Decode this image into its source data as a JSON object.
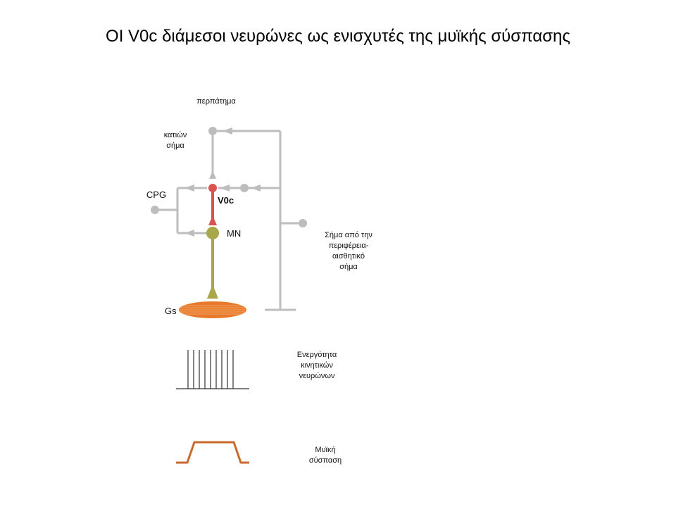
{
  "title": "ΟΙ V0c διάμεσοι νευρώνες ως ενισχυτές της μυϊκής σύσπασης",
  "labels": {
    "walking": "περπάτημα",
    "descending_line1": "κατιών",
    "descending_line2": "σήμα",
    "cpg": "CPG",
    "v0c": "V0c",
    "mn": "MN",
    "gs": "Gs",
    "periphery_line1": "Σήμα από την",
    "periphery_line2": "περιφέρεια-",
    "periphery_line3": "αισθητικό",
    "periphery_line4": "σήμα",
    "activity_line1": "Ενεργότητα",
    "activity_line2": "κινητικών",
    "activity_line3": "νευρώνων",
    "contraction_line1": "Μυϊκή",
    "contraction_line2": "σύσπαση"
  },
  "colors": {
    "gray": "#bdbdbd",
    "red": "#d9534f",
    "olive": "#a8a84a",
    "orange": "#e8792a",
    "trace": "#c8692e",
    "spike": "#333333"
  }
}
